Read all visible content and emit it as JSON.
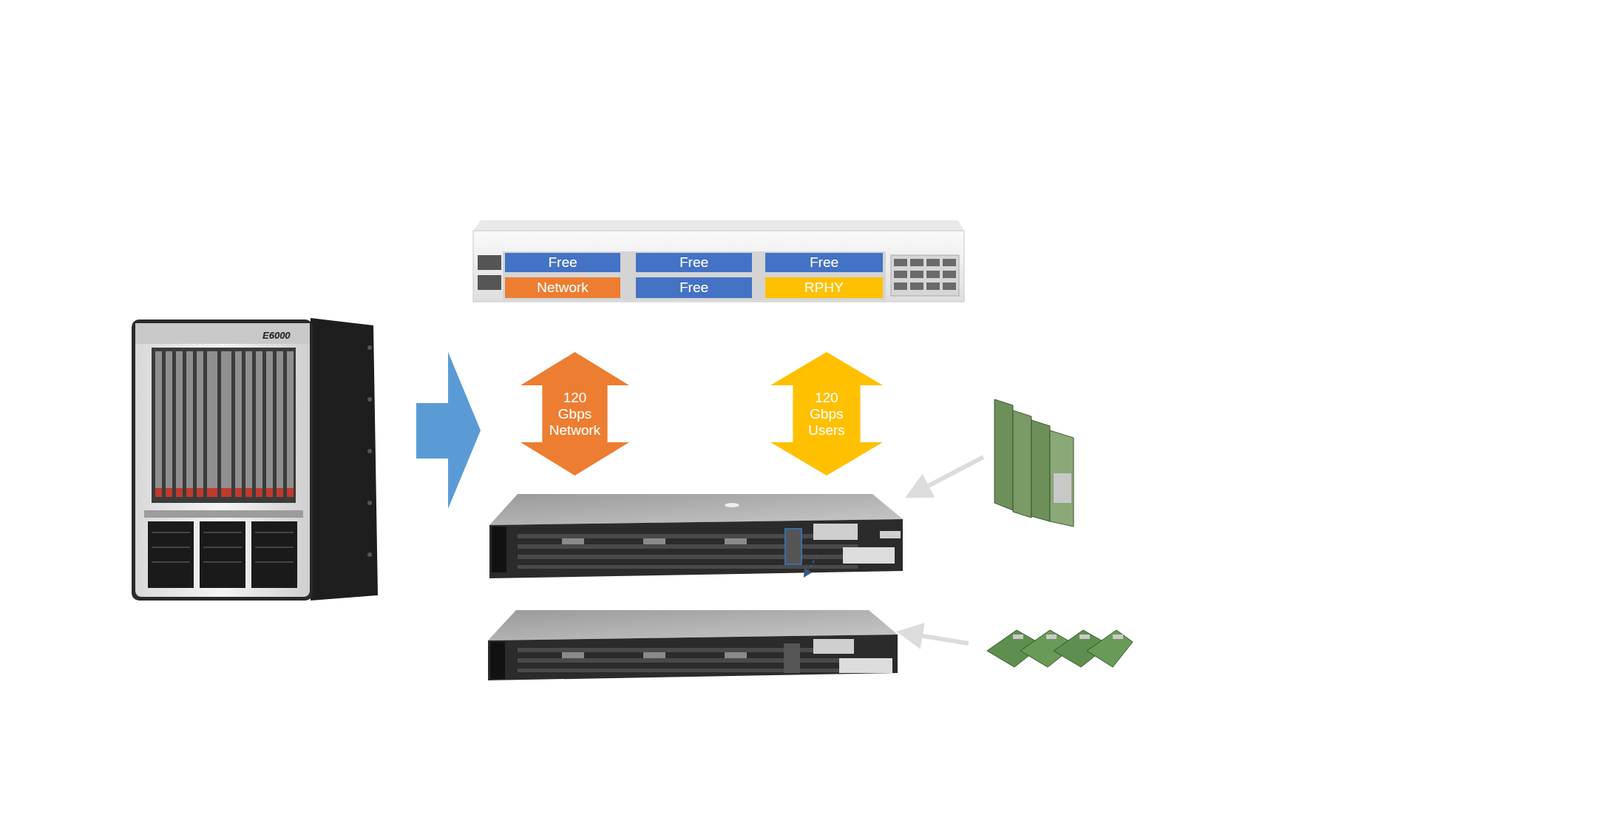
{
  "diagram": {
    "nodes": [
      {
        "text": [
          "Free"
        ]
      },
      {
        "text": [
          "Free"
        ]
      },
      {
        "text": [
          "Free"
        ]
      },
      {
        "text": [
          "Network"
        ]
      },
      {
        "text": [
          "Free"
        ]
      },
      {
        "text": [
          "RPHY"
        ]
      },
      {
        "text": [
          "120 Gbps Network"
        ]
      },
      {
        "text": [
          "120 Gbps Users"
        ]
      }
    ],
    "labels": [
      "E6000"
    ]
  }
}
